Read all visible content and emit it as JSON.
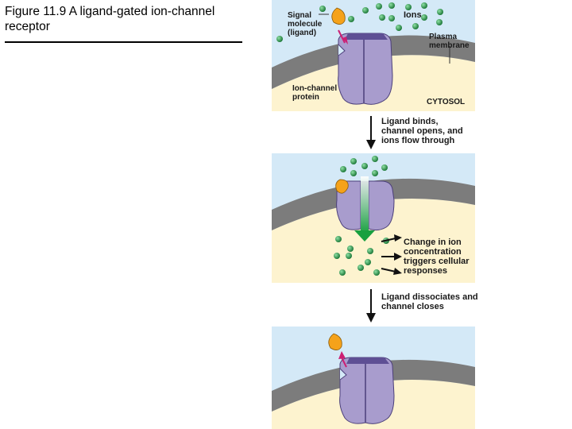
{
  "figure": {
    "title": "Figure 11.9  A ligand-gated ion-channel receptor"
  },
  "labels": {
    "signal": "Signal\nmolecule\n(ligand)",
    "ions": "Ions",
    "plasma": "Plasma\nmembrane",
    "channel": "Ion-channel\nprotein",
    "cytosol": "CYTOSOL",
    "step1": "Ligand binds,\nchannel opens, and\nions flow through",
    "change": "Change in ion\nconcentration\ntriggers cellular\nresponses",
    "step2": "Ligand dissociates and\nchannel closes"
  },
  "colors": {
    "extracellular": "#d4e9f7",
    "cytosol": "#fdf3cf",
    "membrane": "#7c7c7c",
    "protein": "#a89ccd",
    "protein_top": "#5e4f94",
    "ligand": "#f5a21a",
    "ion": "#2a9a4c",
    "arrow_pink": "#cc1f73",
    "flow_arrow": "#17a03f"
  }
}
